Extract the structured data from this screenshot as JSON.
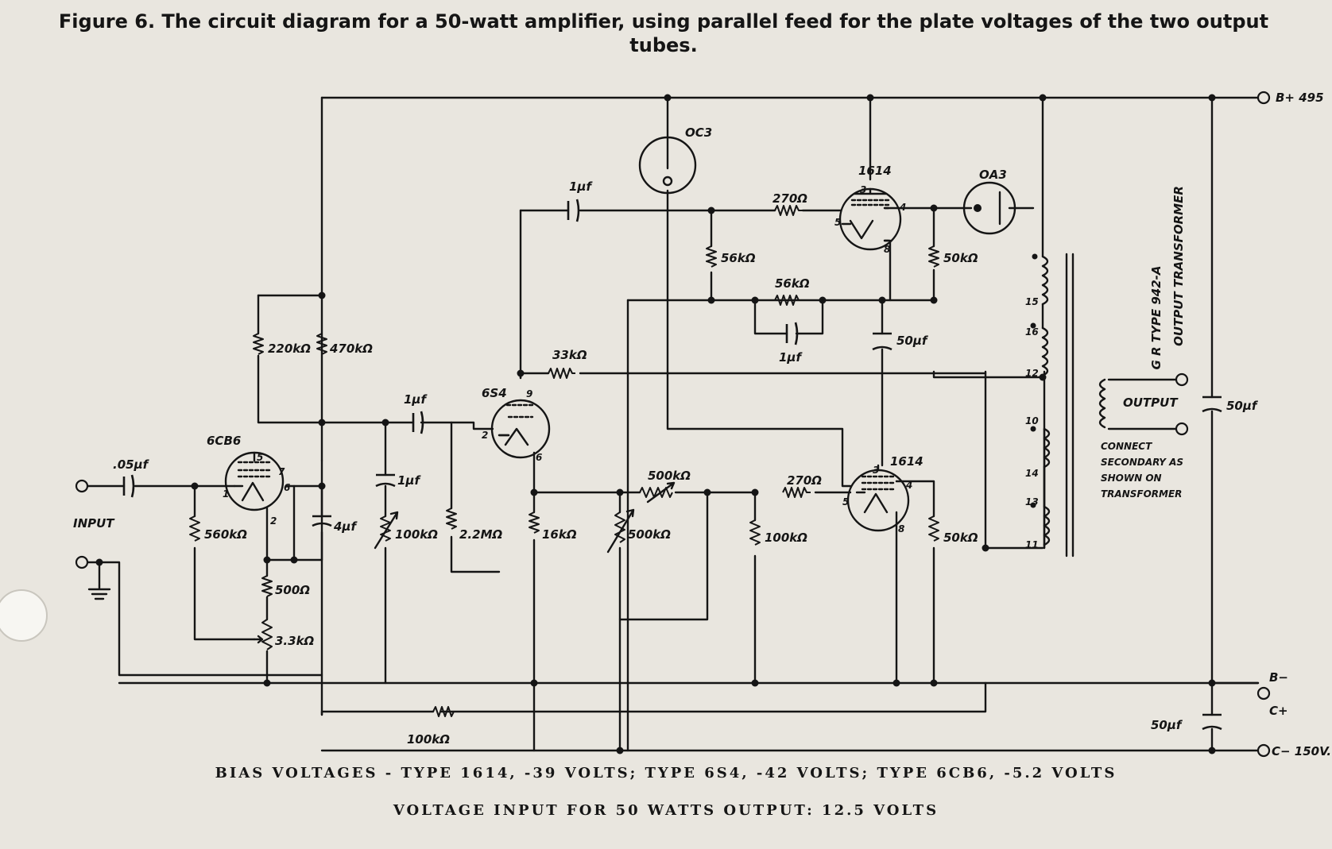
{
  "caption": "Figure 6. The circuit diagram for a 50-watt amplifier, using parallel feed for the plate voltages of the two output tubes.",
  "bias_note": "BIAS VOLTAGES - TYPE 1614, -39 VOLTS; TYPE 6S4, -42 VOLTS; TYPE 6CB6, -5.2 VOLTS",
  "voltage_note": "VOLTAGE INPUT FOR 50 WATTS OUTPUT: 12.5 VOLTS",
  "tubes": {
    "oc3": "OC3",
    "v1614_top": "1614",
    "oa3": "OA3",
    "s64": "6S4",
    "cb6": "6CB6",
    "v1614_bottom": "1614"
  },
  "pins": {
    "top_1614_3": "3",
    "top_1614_4": "4",
    "top_1614_5": "5",
    "top_1614_8": "8",
    "s64_9": "9",
    "s64_2": "2",
    "s64_6": "6",
    "cb6_5": "5",
    "cb6_7": "7",
    "cb6_6": "6",
    "cb6_1": "1",
    "cb6_2": "2",
    "bot_1614_3": "3",
    "bot_1614_4": "4",
    "bot_1614_5": "5",
    "bot_1614_8": "8",
    "xf_15": "15",
    "xf_16": "16",
    "xf_12": "12",
    "xf_10": "10",
    "xf_14": "14",
    "xf_13": "13",
    "xf_11": "11"
  },
  "components": {
    "c_input": ".05µf",
    "r_560k": "560kΩ",
    "r_220k": "220kΩ",
    "r_470k": "470kΩ",
    "c_4uf": "4µf",
    "r_500": "500Ω",
    "r_3k3": "3.3kΩ",
    "r_100k_bottom": "100kΩ",
    "c_1uf_a": "1µf",
    "c_1uf_b": "1µf",
    "pot_100k": "100kΩ",
    "r_2m2": "2.2MΩ",
    "r_16k": "16kΩ",
    "pot_500k_v": "500kΩ",
    "pot_500k_h": "500kΩ",
    "r_33k": "33kΩ",
    "c_1uf_top": "1µf",
    "r_56k_v": "56kΩ",
    "r_56k_h": "56kΩ",
    "c_1uf_mid": "1µf",
    "r_270_top": "270Ω",
    "r_270_bot": "270Ω",
    "r_50k_top": "50kΩ",
    "c_50uf_mid": "50µf",
    "r_100k_mid": "100kΩ",
    "r_50k_bot": "50kΩ",
    "c_50uf_right": "50µf",
    "c_50uf_low": "50µf"
  },
  "labels": {
    "input": "INPUT",
    "output": "OUTPUT",
    "connect_1": "CONNECT",
    "connect_2": "SECONDARY AS",
    "connect_3": "SHOWN ON",
    "connect_4": "TRANSFORMER",
    "xf_1": "G R TYPE 942-A",
    "xf_2": "OUTPUT TRANSFORMER",
    "bplus": "B+ 495",
    "bminus": "B−",
    "cplus": "C+",
    "cminus": "C− 150V."
  }
}
